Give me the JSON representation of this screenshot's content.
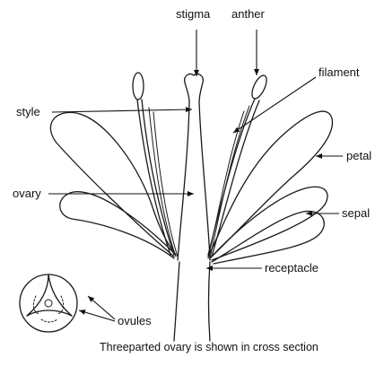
{
  "labels": {
    "stigma": "stigma",
    "anther": "anther",
    "filament": "filament",
    "style": "style",
    "petal": "petal",
    "ovary": "ovary",
    "sepal": "sepal",
    "receptacle": "receptacle",
    "ovules": "ovules"
  },
  "caption": "Threeparted ovary is shown in cross section"
}
